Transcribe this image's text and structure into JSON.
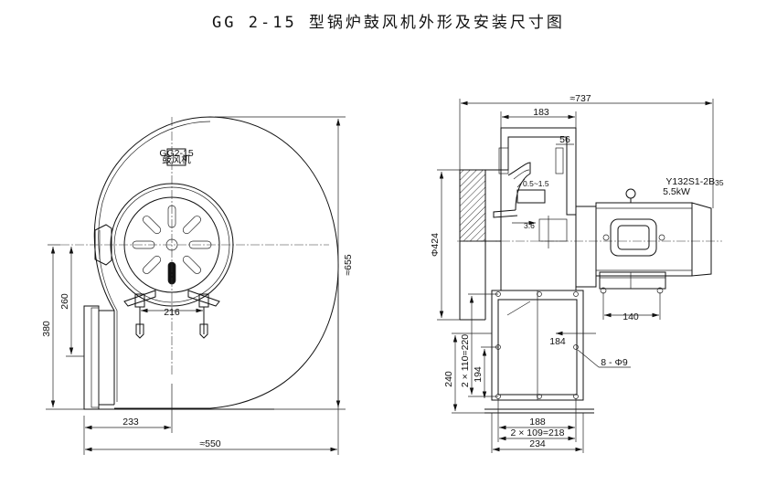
{
  "title": "GG 2-15   型锅炉鼓风机外形及安装尺寸图",
  "nameplate": {
    "line1": "GG2-15",
    "line2": "鼓风机"
  },
  "front_view": {
    "dims": {
      "width_total": "≈550",
      "height_total": "≈655",
      "outlet_height": "380",
      "outlet_center": "260",
      "foot_spacing": "216",
      "outlet_offset": "233"
    }
  },
  "side_view": {
    "motor_model": "Y132S1-2B",
    "motor_model_sub": "35",
    "motor_power": "5.5kW",
    "dims": {
      "length_total": "≈737",
      "top_183": "183",
      "top_56": "56",
      "gap": "0.5~1.5",
      "gap_36": "3.6",
      "dia_inlet": "Φ424",
      "motor_140": "140",
      "base_184": "184",
      "holes": "8 - Φ9",
      "h_240": "240",
      "h_2x110": "2 × 110=220",
      "h_194": "194",
      "w_188": "188",
      "w_2x109": "2 × 109=218",
      "w_234": "234"
    }
  }
}
